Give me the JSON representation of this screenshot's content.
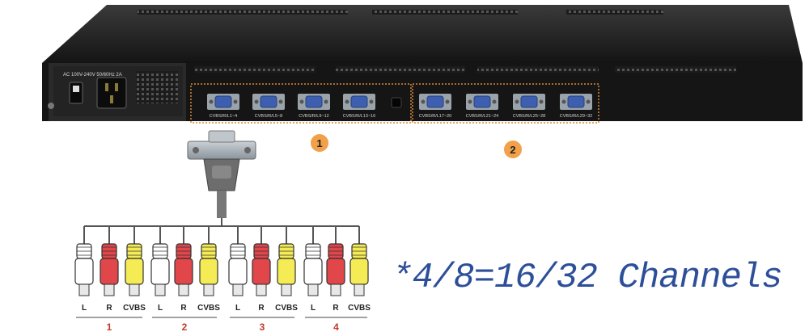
{
  "device": {
    "power_label": "AC 100V-240V 50/60Hz 2A",
    "ports_group1": [
      "CVBS/R/L1~4",
      "CVBS/R/L5~8",
      "CVBS/R/L9~12",
      "CVBS/R/L13~16"
    ],
    "ports_group2": [
      "CVBS/R/L17~20",
      "CVBS/R/L21~24",
      "CVBS/R/L25~28",
      "CVBS/R/L29~32"
    ],
    "group_badges": [
      "1",
      "2"
    ]
  },
  "cable": {
    "plug_labels": [
      "L",
      "R",
      "CVBS",
      "L",
      "R",
      "CVBS",
      "L",
      "R",
      "CVBS",
      "L",
      "R",
      "CVBS"
    ],
    "plug_colors": [
      "#ffffff",
      "#e0464a",
      "#f5ec55",
      "#ffffff",
      "#e0464a",
      "#f5ec55",
      "#ffffff",
      "#e0464a",
      "#f5ec55",
      "#ffffff",
      "#e0464a",
      "#f5ec55"
    ],
    "channel_numbers": [
      "1",
      "2",
      "3",
      "4"
    ]
  },
  "caption": "*4/8=16/32 Channels",
  "colors": {
    "badge_fill": "#f2a04a",
    "dotted_frame": "#d88a3a",
    "channel_number": "#c0392b",
    "caption": "#2d4f9a"
  }
}
